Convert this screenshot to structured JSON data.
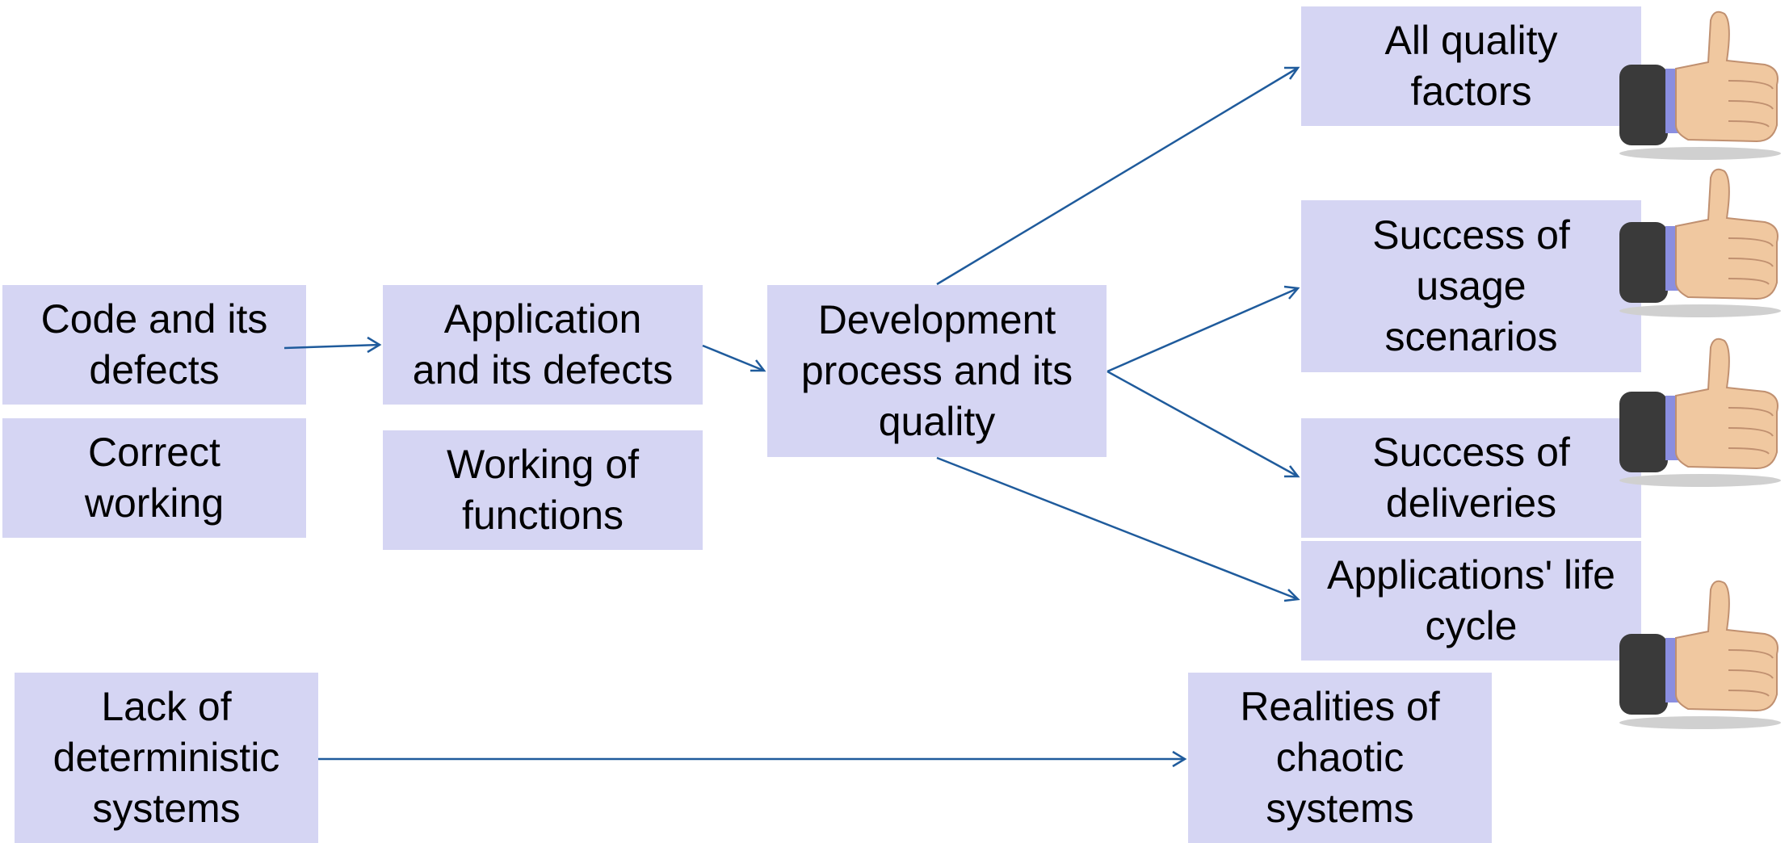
{
  "colors": {
    "box": "#d5d5f3",
    "arrow": "#1f5b9c",
    "text": "#000000"
  },
  "boxes": {
    "code_defects": [
      "Code and its",
      "defects"
    ],
    "correct_working": [
      "Correct",
      "working"
    ],
    "application_defects": [
      "Application",
      "and its defects"
    ],
    "working_functions": [
      "Working of",
      "functions"
    ],
    "development_process": [
      "Development",
      "process and its",
      "quality"
    ],
    "all_quality": [
      "All quality",
      "factors"
    ],
    "usage_scenarios": [
      "Success of",
      "usage",
      "scenarios"
    ],
    "deliveries": [
      "Success of",
      "deliveries"
    ],
    "life_cycle": [
      "Applications' life",
      "cycle"
    ],
    "lack_deterministic": [
      "Lack of",
      "deterministic",
      "systems"
    ],
    "chaotic_systems": [
      "Realities of",
      "chaotic",
      "systems"
    ]
  },
  "icons": [
    "thumbs-up-icon",
    "thumbs-up-icon",
    "thumbs-up-icon",
    "thumbs-up-icon"
  ]
}
